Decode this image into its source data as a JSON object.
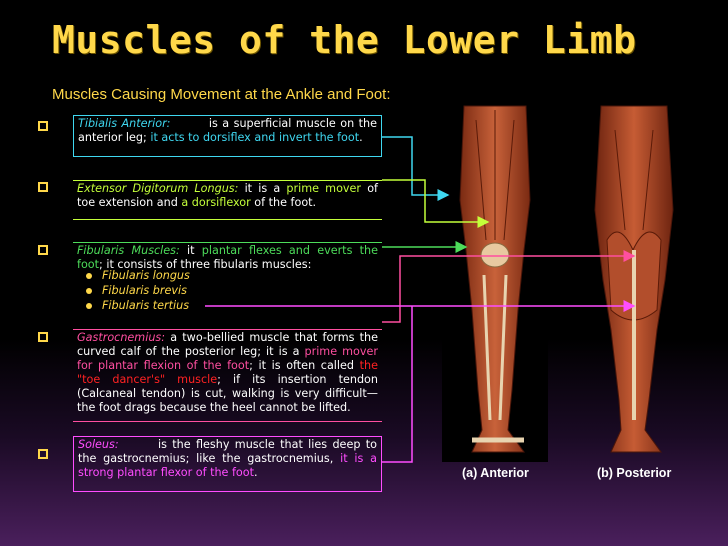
{
  "title": "Muscles of the Lower Limb",
  "subtitle": "Muscles Causing Movement at the Ankle and Foot:",
  "colors": {
    "yellow": "#ffd84a",
    "cyan": "#3fd7f0",
    "lime": "#c4ff3a",
    "green": "#4ddc5a",
    "pink": "#ff4fa0",
    "magenta": "#ff4dff",
    "red": "#ff2222"
  },
  "entries": {
    "tibialis": {
      "name": "Tibialis Anterior:",
      "t1": "is a superficial muscle on the anterior leg; ",
      "t2": "it acts to dorsiflex and invert the foot",
      "t3": "."
    },
    "extensor": {
      "name": "Extensor Digitorum Longus:",
      "t1": "it is a ",
      "t2": "prime mover",
      "t3": " of toe extension and ",
      "t4": "a dorsiflexor",
      "t5": " of the foot."
    },
    "fibularis": {
      "name": "Fibularis Muscles:",
      "t1": "it ",
      "t2": "plantar flexes and everts the foot",
      "t3": "; it consists of three fibularis muscles:",
      "subs": [
        "Fibularis longus",
        "Fibularis brevis",
        "Fibularis tertius"
      ]
    },
    "gastrocnemius": {
      "name": "Gastrocnemius:",
      "t1": "a two-bellied muscle that forms the curved calf of the posterior leg; it is a ",
      "t2": "prime mover for plantar flexion of the foot",
      "t3": "; it is often called ",
      "t4": "the \"toe dancer's\" muscle",
      "t5": "; if its insertion tendon (Calcaneal tendon) is cut, walking is very difficult—the foot drags because the heel cannot be lifted."
    },
    "soleus": {
      "name": "Soleus:",
      "t1": "is the fleshy muscle that lies deep to the gastrocnemius; like the gastrocnemius, ",
      "t2": "it is a strong plantar flexor of the foot",
      "t3": "."
    }
  },
  "captions": {
    "anterior": "(a) Anterior",
    "posterior": "(b) Posterior"
  }
}
